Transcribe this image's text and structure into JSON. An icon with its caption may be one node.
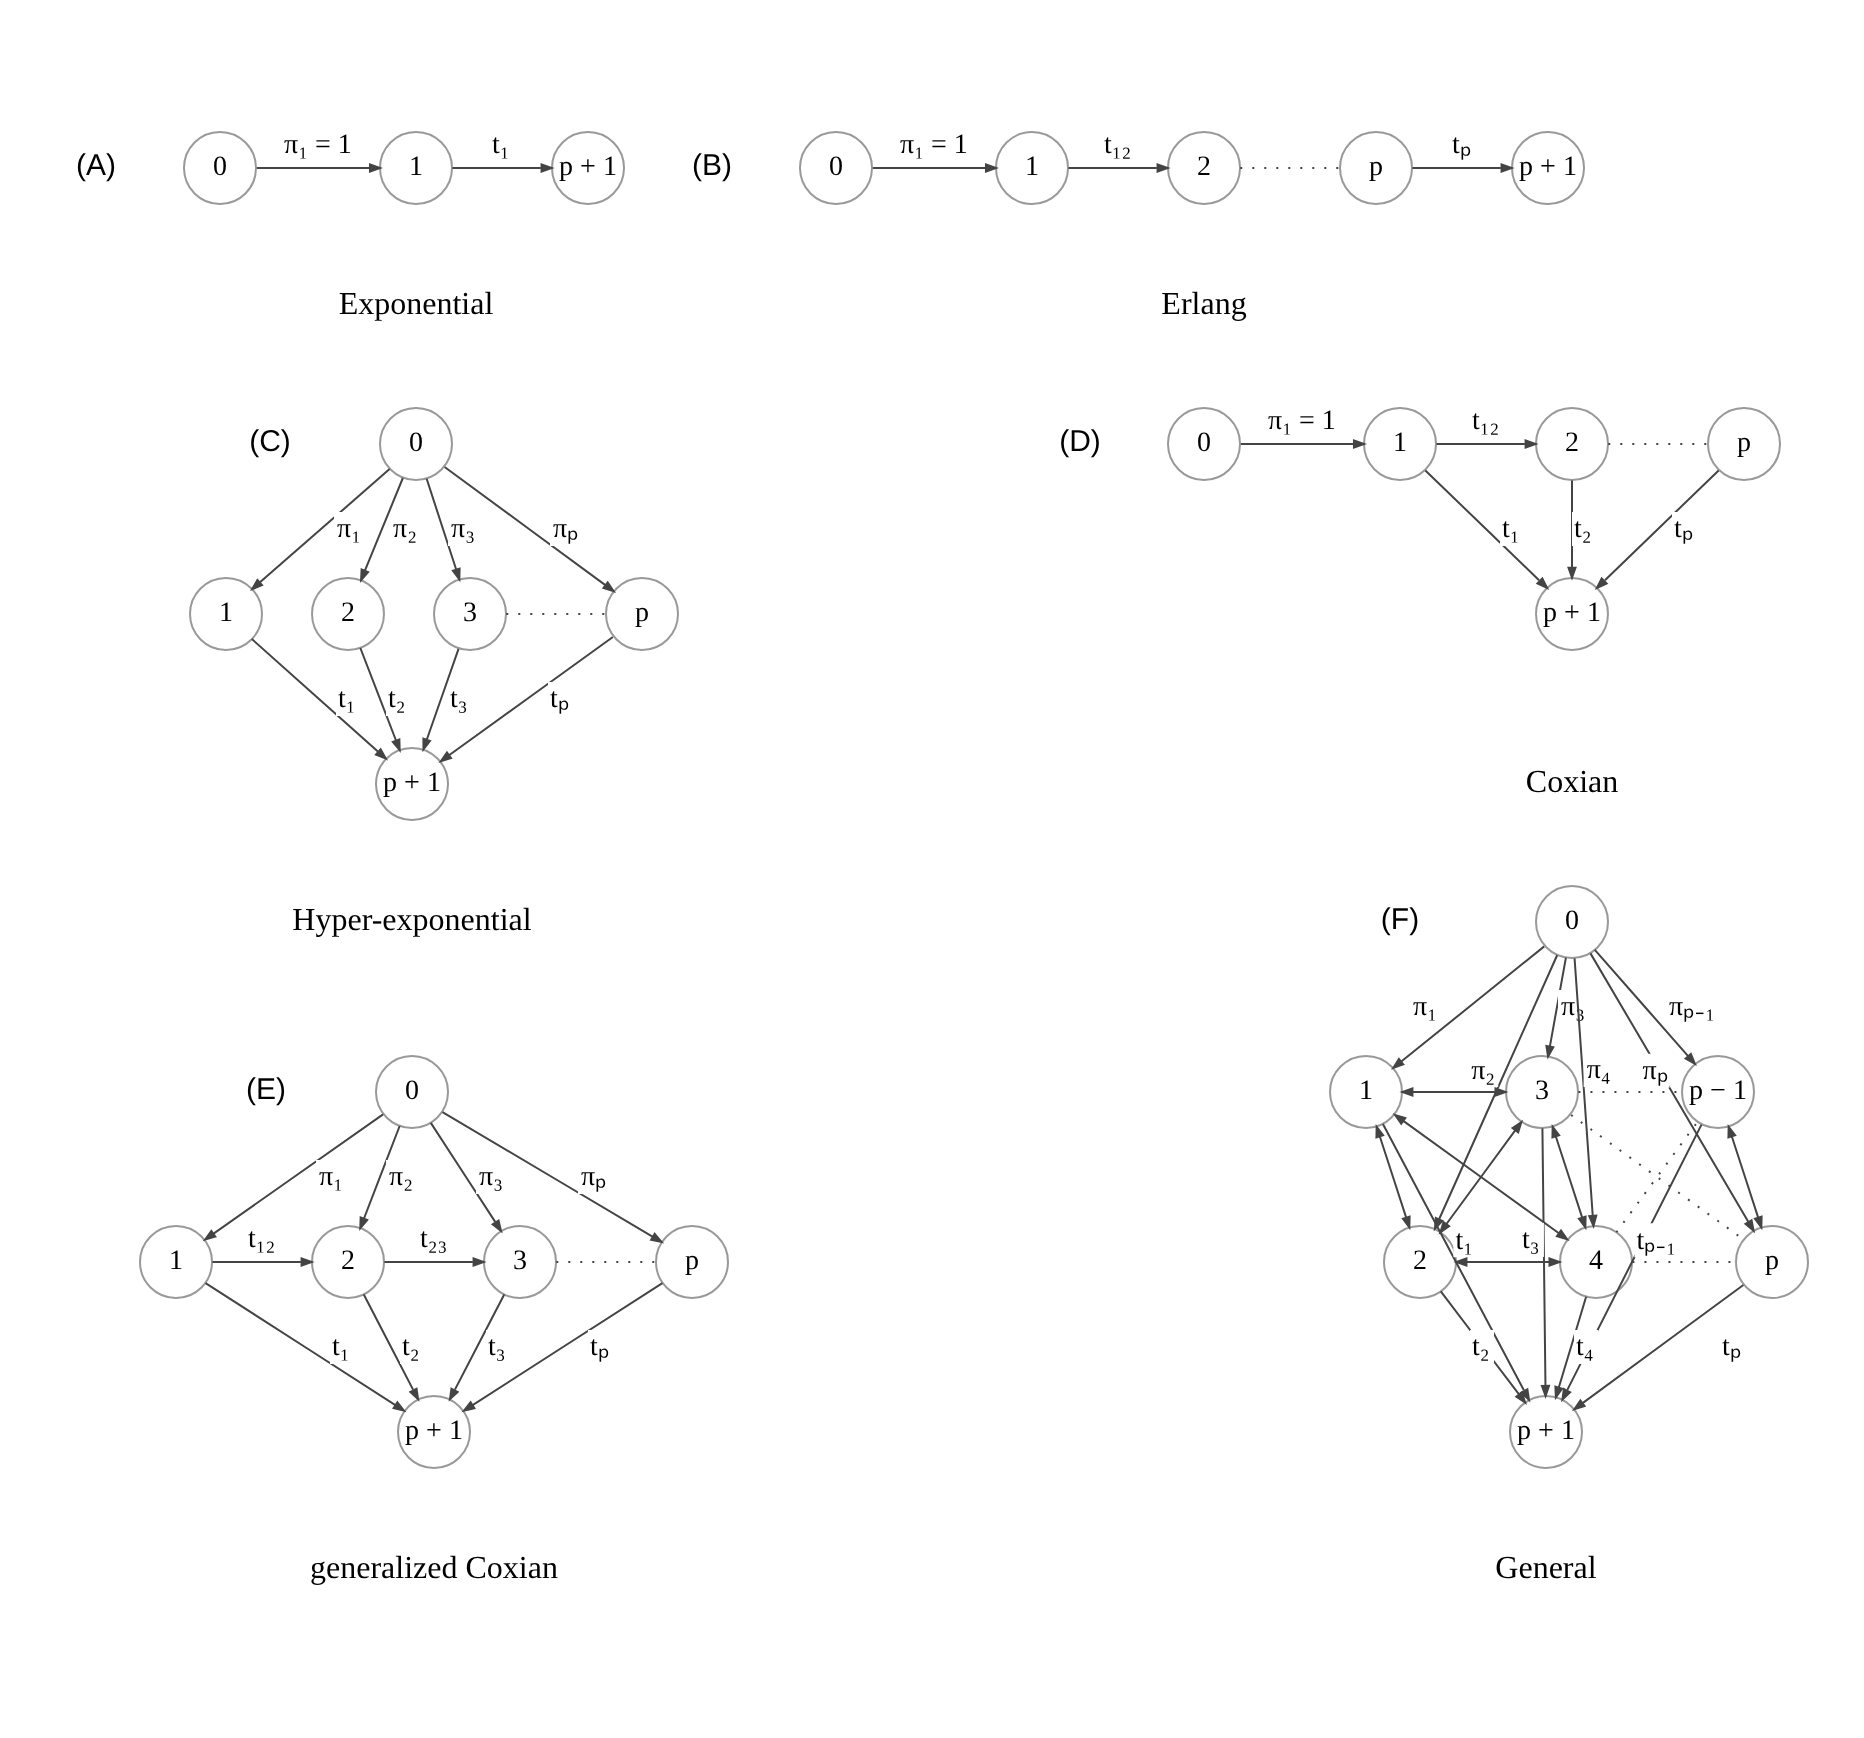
{
  "diagram": {
    "nodes": [
      {
        "text": [
          "0"
        ]
      },
      {
        "text": [
          "1"
        ]
      },
      {
        "text": [
          "p + 1"
        ]
      },
      {
        "text": [
          "0"
        ]
      },
      {
        "text": [
          "1"
        ]
      },
      {
        "text": [
          "2"
        ]
      },
      {
        "text": [
          "p"
        ]
      },
      {
        "text": [
          "p + 1"
        ]
      },
      {
        "text": [
          "0"
        ]
      },
      {
        "text": [
          "1"
        ]
      },
      {
        "text": [
          "2"
        ]
      },
      {
        "text": [
          "3"
        ]
      },
      {
        "text": [
          "p"
        ]
      },
      {
        "text": [
          "p + 1"
        ]
      },
      {
        "text": [
          "0"
        ]
      },
      {
        "text": [
          "1"
        ]
      },
      {
        "text": [
          "2"
        ]
      },
      {
        "text": [
          "p"
        ]
      },
      {
        "text": [
          "p + 1"
        ]
      },
      {
        "text": [
          "0"
        ]
      },
      {
        "text": [
          "1"
        ]
      },
      {
        "text": [
          "2"
        ]
      },
      {
        "text": [
          "3"
        ]
      },
      {
        "text": [
          "p"
        ]
      },
      {
        "text": [
          "p + 1"
        ]
      },
      {
        "text": [
          "0"
        ]
      },
      {
        "text": [
          "1"
        ]
      },
      {
        "text": [
          "3"
        ]
      },
      {
        "text": [
          "p − 1"
        ]
      },
      {
        "text": [
          "2"
        ]
      },
      {
        "text": [
          "4"
        ]
      },
      {
        "text": [
          "p"
        ]
      },
      {
        "text": [
          "p + 1"
        ]
      }
    ],
    "edges": [
      {
        "from": 0,
        "to": 1,
        "arrow": "to",
        "label": "π₁ = 1"
      },
      {
        "from": 1,
        "to": 2,
        "arrow": "to",
        "label": "t₁"
      },
      {
        "from": 3,
        "to": 4,
        "arrow": "to",
        "label": "π₁ = 1"
      },
      {
        "from": 4,
        "to": 5,
        "arrow": "to",
        "label": "t₁₂"
      },
      {
        "from": 5,
        "to": 6,
        "arrow": "none",
        "style": "dashed"
      },
      {
        "from": 6,
        "to": 7,
        "arrow": "to",
        "label": "tₚ"
      },
      {
        "from": 8,
        "to": 9,
        "arrow": "to",
        "label": "π₁"
      },
      {
        "from": 8,
        "to": 10,
        "arrow": "to",
        "label": "π₂"
      },
      {
        "from": 8,
        "to": 11,
        "arrow": "to",
        "label": "π₃"
      },
      {
        "from": 8,
        "to": 12,
        "arrow": "to",
        "label": "πₚ"
      },
      {
        "from": 11,
        "to": 12,
        "arrow": "none",
        "style": "dashed"
      },
      {
        "from": 9,
        "to": 13,
        "arrow": "to",
        "label": "t₁"
      },
      {
        "from": 10,
        "to": 13,
        "arrow": "to",
        "label": "t₂"
      },
      {
        "from": 11,
        "to": 13,
        "arrow": "to",
        "label": "t₃"
      },
      {
        "from": 12,
        "to": 13,
        "arrow": "to",
        "label": "tₚ"
      },
      {
        "from": 14,
        "to": 15,
        "arrow": "to",
        "label": "π₁ = 1"
      },
      {
        "from": 15,
        "to": 16,
        "arrow": "to",
        "label": "t₁₂"
      },
      {
        "from": 16,
        "to": 17,
        "arrow": "none",
        "style": "dashed"
      },
      {
        "from": 15,
        "to": 18,
        "arrow": "to",
        "label": "t₁"
      },
      {
        "from": 16,
        "to": 18,
        "arrow": "to",
        "label": "t₂"
      },
      {
        "from": 17,
        "to": 18,
        "arrow": "to",
        "label": "tₚ"
      },
      {
        "from": 19,
        "to": 20,
        "arrow": "to",
        "label": "π₁"
      },
      {
        "from": 19,
        "to": 21,
        "arrow": "to",
        "label": "π₂"
      },
      {
        "from": 19,
        "to": 22,
        "arrow": "to",
        "label": "π₃"
      },
      {
        "from": 19,
        "to": 23,
        "arrow": "to",
        "label": "πₚ"
      },
      {
        "from": 20,
        "to": 21,
        "arrow": "to",
        "label": "t₁₂"
      },
      {
        "from": 21,
        "to": 22,
        "arrow": "to",
        "label": "t₂₃"
      },
      {
        "from": 22,
        "to": 23,
        "arrow": "none",
        "style": "dashed"
      },
      {
        "from": 20,
        "to": 24,
        "arrow": "to",
        "label": "t₁"
      },
      {
        "from": 21,
        "to": 24,
        "arrow": "to",
        "label": "t₂"
      },
      {
        "from": 22,
        "to": 24,
        "arrow": "to",
        "label": "t₃"
      },
      {
        "from": 23,
        "to": 24,
        "arrow": "to",
        "label": "tₚ"
      },
      {
        "from": 25,
        "to": 26,
        "arrow": "to",
        "label": "π₁"
      },
      {
        "from": 25,
        "to": 29,
        "arrow": "to",
        "label": "π₂"
      },
      {
        "from": 25,
        "to": 27,
        "arrow": "to",
        "label": "π₃"
      },
      {
        "from": 25,
        "to": 30,
        "arrow": "to",
        "label": "π₄"
      },
      {
        "from": 25,
        "to": 31,
        "arrow": "to",
        "label": "πₚ"
      },
      {
        "from": 25,
        "to": 28,
        "arrow": "to",
        "label": "πₚ₋₁"
      },
      {
        "from": 26,
        "to": 27,
        "arrow": "both"
      },
      {
        "from": 26,
        "to": 29,
        "arrow": "both"
      },
      {
        "from": 26,
        "to": 30,
        "arrow": "both"
      },
      {
        "from": 29,
        "to": 27,
        "arrow": "both"
      },
      {
        "from": 29,
        "to": 30,
        "arrow": "both"
      },
      {
        "from": 27,
        "to": 30,
        "arrow": "both"
      },
      {
        "from": 28,
        "to": 31,
        "arrow": "both"
      },
      {
        "from": 27,
        "to": 28,
        "arrow": "none",
        "style": "dashed"
      },
      {
        "from": 27,
        "to": 31,
        "arrow": "none",
        "style": "dashed"
      },
      {
        "from": 30,
        "to": 28,
        "arrow": "none",
        "style": "dashed"
      },
      {
        "from": 30,
        "to": 31,
        "arrow": "none",
        "style": "dashed"
      },
      {
        "from": 29,
        "to": 32,
        "arrow": "to",
        "label": "t₂"
      },
      {
        "from": 26,
        "to": 32,
        "arrow": "to",
        "label": "t₁"
      },
      {
        "from": 30,
        "to": 32,
        "arrow": "to",
        "label": "t₄"
      },
      {
        "from": 27,
        "to": 32,
        "arrow": "to",
        "label": "t₃"
      },
      {
        "from": 28,
        "to": 32,
        "arrow": "to",
        "label": "tₚ₋₁"
      },
      {
        "from": 31,
        "to": 32,
        "arrow": "to",
        "label": "tₚ"
      }
    ],
    "labels": [
      "(A)",
      "(B)",
      "Exponential",
      "Erlang",
      "(C)",
      "(D)",
      "Hyper-exponential",
      "Coxian",
      "(E)",
      "(F)",
      "generalized Coxian",
      "General"
    ]
  }
}
